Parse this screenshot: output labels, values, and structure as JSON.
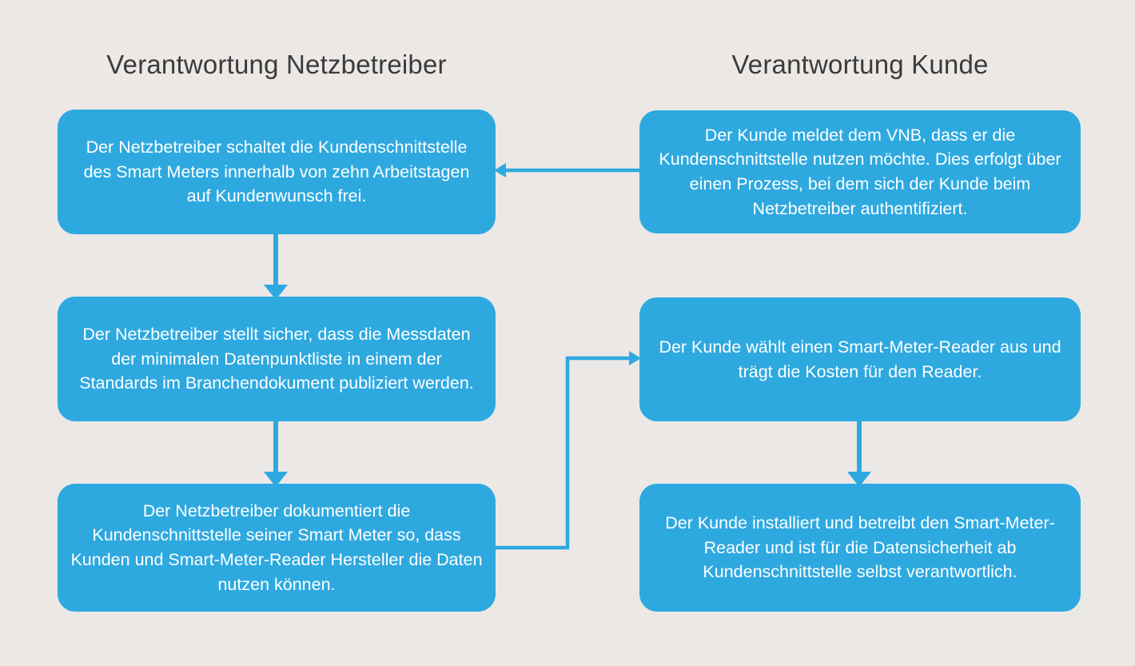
{
  "diagram": {
    "background_color": "#EBE8E6",
    "node_color": "#2EA9E0",
    "node_text_color": "#FFFFFF",
    "title_color": "#3B3B3B",
    "connector_color": "#2EA9E0",
    "columns": [
      {
        "id": "netzbetreiber",
        "title": "Verantwortung Netzbetreiber"
      },
      {
        "id": "kunde",
        "title": "Verantwortung Kunde"
      }
    ],
    "nodes": {
      "l1": "Der Netzbetreiber schaltet die Kundenschnittstelle des Smart Meters innerhalb von zehn Arbeitstagen auf Kundenwunsch frei.",
      "l2": "Der Netzbetreiber stellt sicher, dass die Messdaten der minimalen Datenpunktliste in einem der Standards im Branchendokument publiziert werden.",
      "l3": "Der Netzbetreiber dokumentiert die Kundenschnittstelle seiner Smart Meter so, dass Kunden und Smart-Meter-Reader Hersteller die Daten nutzen können.",
      "r1": "Der Kunde meldet dem VNB, dass er die Kundenschnittstelle nutzen möchte. Dies erfolgt über einen Prozess, bei dem sich der Kunde beim Netzbetreiber authentifiziert.",
      "r2": "Der Kunde wählt einen Smart-Meter-Reader aus und trägt die Kosten für den Reader.",
      "r3": "Der Kunde installiert und betreibt den Smart-Meter-Reader und ist für die Datensicherheit ab Kundenschnittstelle selbst verantwortlich."
    },
    "edges": [
      {
        "id": "r1-to-l1",
        "from": "r1",
        "to": "l1",
        "shape": "horizontal-left"
      },
      {
        "id": "l1-to-l2",
        "from": "l1",
        "to": "l2",
        "shape": "vertical-down"
      },
      {
        "id": "l2-to-l3",
        "from": "l2",
        "to": "l3",
        "shape": "vertical-down"
      },
      {
        "id": "l3-to-r2",
        "from": "l3",
        "to": "r2",
        "shape": "elbow-right-up-right"
      },
      {
        "id": "r2-to-r3",
        "from": "r2",
        "to": "r3",
        "shape": "vertical-down"
      }
    ]
  }
}
